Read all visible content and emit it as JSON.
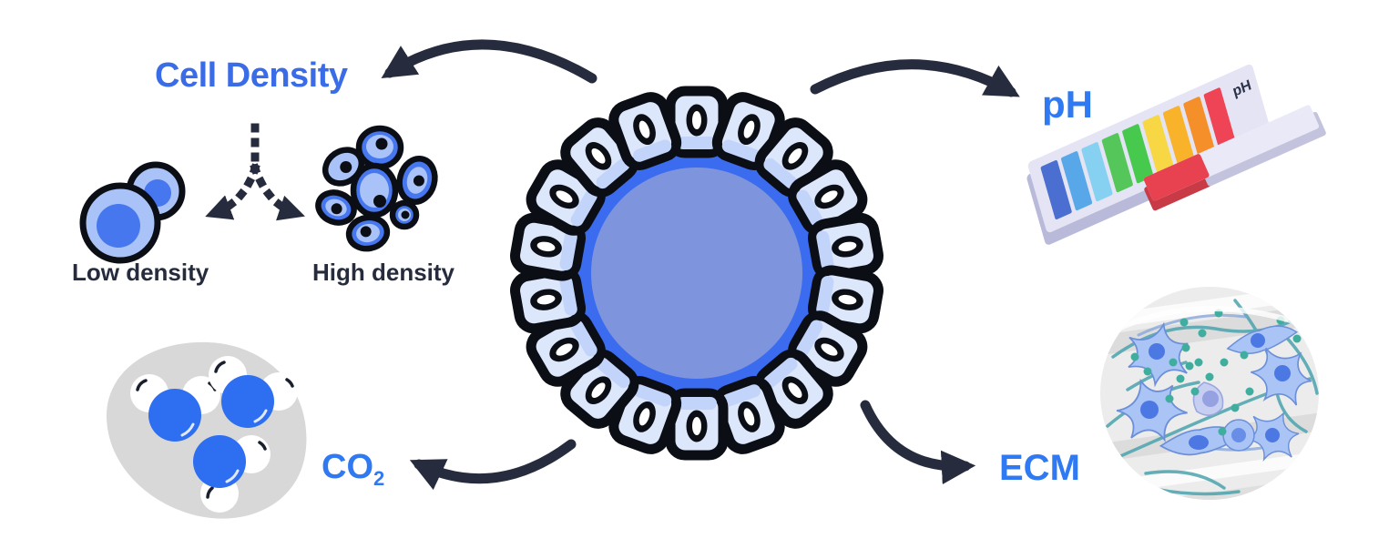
{
  "labels": {
    "cell_density": "Cell Density",
    "low_density": "Low density",
    "high_density": "High density",
    "ph": "pH",
    "co2_main": "CO",
    "co2_sub": "2",
    "ecm": "ECM"
  },
  "ph_strip": {
    "label": "pH",
    "band_colors": [
      "#4a6fd0",
      "#58a7e8",
      "#86d0f2",
      "#55c75a",
      "#47c94e",
      "#f7d744",
      "#f9b32a",
      "#f58f2a",
      "#ef4356"
    ],
    "indicator_color": "#e8414f"
  },
  "illustrations": {
    "center": "organoid-cross-section",
    "top_left": "low-and-high-cell-density-cells",
    "top_right": "ph-indicator-strip",
    "bottom_left": "co2-molecules-in-droplet",
    "bottom_right": "ecm-matrix-micrograph"
  },
  "colors": {
    "accent_blue": "#3b6ce8",
    "bright_blue": "#2f7af2",
    "navy": "#262c3e",
    "outline": "#0b0e14",
    "ring_blue": "#3b6cf0",
    "lumen_slate": "#7e95dd",
    "cell_pale": "#dce7fc",
    "cell_shade": "#c3d4fa",
    "cluster_blue": "#4677ef",
    "cluster_pale": "#a9c2f7",
    "molecule_blue": "#2e6ef0",
    "blob_gray": "#d8d8d8",
    "strip_card": "#e4e4f4",
    "strip_side": "#b9b9da",
    "strip_red": "#e8414f",
    "ecm_bg": "#ececec",
    "ecm_cell": "#a9c4f5",
    "ecm_cell_edge": "#6b8fd8",
    "ecm_nucleus": "#3d6be0",
    "fiber_teal": "#4aa3ad",
    "dot_teal": "#3fae9e"
  }
}
